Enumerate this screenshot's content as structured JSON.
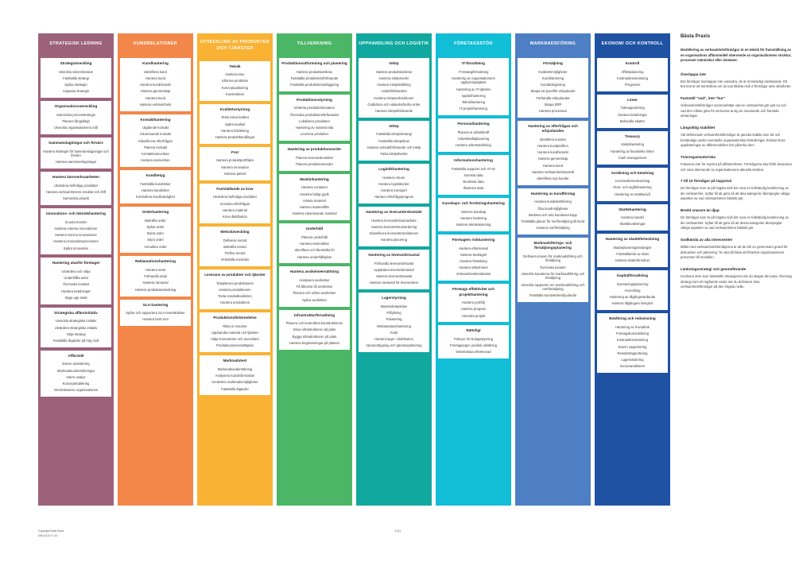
{
  "document": {
    "footer_left_line1": "Copyright Data Show",
    "footer_left_line2": "DM-3113 V 1.10",
    "footer_page": "1 (1)"
  },
  "columns": [
    {
      "title": "STRATEGISK LEDNING",
      "color": "#9C6279",
      "groups": [
        {
          "title": "Strategiutveckling",
          "items": [
            "Utveckla vision/mission",
            "Fastställa strategi",
            "Spåra strategin",
            "Anpassa strategin"
          ]
        },
        {
          "title": "Organisationsutveckling",
          "items": [
            "Samordna processtrategin",
            "Planera långsiktigt",
            "Utveckla organisationens mål"
          ]
        },
        {
          "title": "Sammanslagningar och förvärv",
          "items": [
            "Hantera strategin för sammanslagningar och förvärv",
            "Hantera sammanslagningar"
          ]
        },
        {
          "title": "Hantera kärnverksamheten",
          "items": [
            "Utvärdera befintliga produkter",
            "Hantera verksamhetens resultat och drift",
            "Samordna projekt"
          ]
        },
        {
          "title": "Innovations- och tekniskhantering",
          "items": [
            "Scouta trender",
            "Hantera externa innovationer",
            "Hantera interna innovationer",
            "Hantera innovationsprocessen",
            "Spåra innovation"
          ]
        },
        {
          "title": "Hantering utanför företaget",
          "items": [
            "Utvärdera och välja",
            "Underhålla avtal",
            "Övervaka resultat",
            "Hantera betalningar",
            "Säga upp avtal"
          ]
        },
        {
          "title": "Strategiska affärsinitiativ",
          "items": [
            "Utveckla strategiska initiativ",
            "Utvärdera strategiska initiativ",
            "Välja strategi",
            "Fastställa åtgärder på hög nivå"
          ]
        },
        {
          "title": "Affärsidé",
          "items": [
            "Extern utvärdering",
            "Marknadsundersökningar",
            "Intern analys",
            "Konceptetablering",
            "Omstrukturera organisationen"
          ]
        }
      ]
    },
    {
      "title": "KUNDRELATIONER",
      "color": "#F3874A",
      "groups": [
        {
          "title": "Kundhantering",
          "items": [
            "Identifiera kund",
            "Hantera kund",
            "Hantera kundhierarki",
            "Hantera gemenskap",
            "Hantera kund",
            "Hantera verksamhets"
          ]
        },
        {
          "title": "Kontakthantering",
          "items": [
            "Utgående kontakt",
            "Inkommande kontakt",
            "Klassificera efterfrågan",
            "Planera kontakt",
            "Kontaktsamverkan",
            "Hantera samverkan"
          ]
        },
        {
          "title": "Kundbetyg",
          "items": [
            "Fastställa kundrisker",
            "Hantera kundrisker",
            "Kontrollera kreditvärdighet"
          ]
        },
        {
          "title": "Orderhantering",
          "items": [
            "Bekräfta order",
            "Spåra order",
            "Burta order",
            "Styra order",
            "Annullera order"
          ]
        },
        {
          "title": "Reklamationshantering",
          "items": [
            "Hantera avtal",
            "Förhandla avtal",
            "Hantera ramavtal",
            "Hantera produktanvändning"
          ]
        },
        {
          "title": "SLA-hantering",
          "items": [
            "Spåra och rapportera SLA-överträdelser",
            "Hantera brott mot"
          ]
        }
      ]
    },
    {
      "title": "UTVECKLING AV PRODUKTER OCH TJÄNSTER",
      "color": "#F9B233",
      "groups": [
        {
          "title": "Teknik",
          "items": [
            "Hantera krav",
            "Utforma produkter",
            "Konceptualisering",
            "Konstruktion"
          ]
        },
        {
          "title": "Kvalitetsstyrning",
          "items": [
            "Testa initial kvalitet",
            "Spåra kvalitet",
            "Hantera felsökning",
            "Hantera produkthandlingar"
          ]
        },
        {
          "title": "FoU",
          "items": [
            "Hantera produktportföljen",
            "Hantera innovation",
            "Hantera patent"
          ]
        },
        {
          "title": "Fastställande av krav",
          "items": [
            "Utvärdera befintliga produkter",
            "Granska efterfrågan",
            "Hantera material",
            "Kriva distribution"
          ]
        },
        {
          "title": "Metodutveckling",
          "items": [
            "Definiera metod",
            "Bekräfta metod",
            "Förfina metod",
            "Verkställa metoden"
          ]
        },
        {
          "title": "Leverans av produkter och tjänster",
          "items": [
            "Tidsplanera produktionen",
            "Hantera produktionen",
            "Testa resultatkvaliteten",
            "Hantera produktens"
          ]
        },
        {
          "title": "Produktionsförberedelse",
          "items": [
            "Rikta in resurser",
            "Upphandla material och tjänster",
            "Välja leverantörer och utvecklare",
            "Produktionsöversättsplan"
          ]
        },
        {
          "title": "Marknadstest",
          "items": [
            "Marknadsundersökning",
            "Analysera kundinformation",
            "Utvärdera marknadsmöjligheter",
            "Fastställa åtgärder"
          ]
        }
      ]
    },
    {
      "title": "TILLVERKNING",
      "color": "#4CB667",
      "groups": [
        {
          "title": "Produktionsutformning och planering",
          "items": [
            "Hantera produktionskrav",
            "Fastställa produktionsförfarande",
            "Fastställa produktionsanläggning"
          ]
        },
        {
          "title": "Produktionsstyrning",
          "items": [
            "Inhämta produktinformation",
            "Övervaka produktionsförfarandet",
            "Lokalisera produkten",
            "Hantering av material sita",
            "Leverera produkter"
          ]
        },
        {
          "title": "Hantering av produktionsorder",
          "items": [
            "Planera leveranskvantitet",
            "Planera produktionsorder"
          ]
        },
        {
          "title": "Maskinhantering",
          "items": [
            "Hantera container",
            "Hantera farligt gods",
            "Hämta material",
            "Hantera materialflöv",
            "Hantera inkommande material"
          ]
        },
        {
          "title": "Underhåll",
          "items": [
            "Planera underhåll",
            "Hantera reservdelar",
            "Identifiera och återställa fel",
            "Hantera underhållsplan"
          ]
        },
        {
          "title": "Hantera avvikelseersättning",
          "items": [
            "Analysera avvikelser",
            "Få åtkomst till avvikelser",
            "Planera och utföra avvikelser",
            "Spåra avvikelser"
          ]
        },
        {
          "title": "Infrastrukturförvaltning",
          "items": [
            "Planera och kontrollera konstruktionen",
            "Driva infrastrukturen på plats",
            "Bygga infrastrukturen på plats",
            "Hantera begränsningar på platsen"
          ]
        }
      ]
    },
    {
      "title": "UPPHANDLING OCH LOGISTIK",
      "color": "#11A8A0",
      "groups": [
        {
          "title": "Inköp",
          "items": [
            "Hantera produktionskrav",
            "Hantera inköpsorder",
            "Hantera inköpskällning",
            "Avtalsförfaranden",
            "Hantera inköpsrekvisitioner",
            "Godkänna och vidarebefordra order",
            "Hantera inköpsförfarande"
          ]
        },
        {
          "title": "Inköp",
          "items": [
            "Fastställa inköpsstrategi",
            "Fastställa inköpskrav",
            "Hantera anbudsförfarande och inköp",
            "Fatta inköpsbeslut"
          ]
        },
        {
          "title": "Logistikhantering",
          "items": [
            "Hantera returer",
            "Hantera logistikorder",
            "Hantera transport",
            "Hantera efterfrågeprognos"
          ]
        },
        {
          "title": "Hantering av leverantörskontakt",
          "items": [
            "Hantera leverantörssamarbete",
            "Hantera leverantörsutvärdering",
            "Klassificera leverantörsrelationen",
            "Hantera placering"
          ]
        },
        {
          "title": "Hantering av leverantörsavtal",
          "items": [
            "Förhandla leverantörsavtal",
            "Uppdatera leverantörsavtal",
            "Hantera leverantörsavtal",
            "Hantera ramavtal för leverantörer"
          ]
        },
        {
          "title": "Lagerstyrning",
          "items": [
            "Materialinspektion",
            "Påfyllning",
            "Paketering",
            "Reklamationshantering",
            "Frakt",
            "Hantera lager i distribution",
            "Varumottagning och tjänsteoptimering"
          ]
        }
      ]
    },
    {
      "title": "FÖRETAGSSTÖD",
      "color": "#12BDD6",
      "groups": [
        {
          "title": "IT-förvaltning",
          "items": [
            "IT-strategiförvaltning",
            "Hantering av organisationens upplysningstjänst",
            "Hantering av IT-tjänster",
            "Applanhantering",
            "Teknikhantering",
            "IT-projekthantering"
          ]
        },
        {
          "title": "Personalhantering",
          "items": [
            "Placera ut arbetskraft",
            "Arbetskraftsplanering",
            "Hantera arbetsutdelning"
          ]
        },
        {
          "title": "Informationshantering",
          "items": [
            "Fastställa supporto och 47-se",
            "Inomsla data",
            "Bearbeta data",
            "Illustrera data"
          ]
        },
        {
          "title": "Kunskaps- och forskningshantering",
          "items": [
            "Hantera kunskap",
            "Hantera forskning",
            "Hantera teknikskanning"
          ]
        },
        {
          "title": "Företagets riskhantering",
          "items": [
            "Hantera efterlevnad",
            "Hantera bedrägeri",
            "Hantera försäkring",
            "Hantera säkerheten",
            "Verksamhetskontinuitet"
          ]
        },
        {
          "title": "Företags effektivitet och projekthantering",
          "items": [
            "Hantera portfölj",
            "Hantera program",
            "Utveckla projekt"
          ]
        },
        {
          "title": "Rättsligt",
          "items": [
            "Policyer för bolagsstyrning",
            "Företagsegen juridisk utbildning",
            "Sekretariala efterlevnad"
          ]
        }
      ]
    },
    {
      "title": "MARKNADSFÖRING",
      "color": "#4E7FC4",
      "groups": [
        {
          "title": "Försäljning",
          "items": [
            "Kvalitetsmöjligheter",
            "Kundhantering",
            "Kunddokigivning",
            "Skapa ett specifikt erbjudande",
            "Förhandla erbjudandet",
            "Skapa ERP",
            "Hantera processen"
          ]
        },
        {
          "title": "Hantering av efterfrågan och erbjudanden",
          "items": [
            "Identifiera kunden",
            "Hantera kundprofilen",
            "Hantera kundhierarki",
            "Hantera gemenskap",
            "Hantera kund",
            "Hantera verksamhetskontroll",
            "Identifiera nya kunder"
          ]
        },
        {
          "title": "Hantering av kundförslag",
          "items": [
            "Hantera kundidentifiering",
            "Öka kundmöjligheter",
            "Bedöma och oka kundavtal kopp",
            "Fastställa planer för merförsäljning till kund",
            "Hantera merförsäljning"
          ]
        },
        {
          "title": "Marknadsförings- och försäljningsplanering",
          "items": [
            "Definiera kraven för marknadsföring och försäljning",
            "Övervaka kanaler",
            "Utveckla kanalerna för marknadsföring och försäljning",
            "Utveckla rapporten om marknadsföring och merförsäljning",
            "Fastställa kundvärdeerbjudande"
          ]
        }
      ]
    },
    {
      "title": "EKONOMI OCH KONTROLL",
      "color": "#1F52A3",
      "groups": [
        {
          "title": "Kontroll",
          "items": [
            "Affärsplanering",
            "Kostnadsredovisning",
            "Prognoser"
          ]
        },
        {
          "title": "Löner",
          "items": [
            "Tidsrapportering",
            "Hantera betalningar",
            "Behandla skatter"
          ]
        },
        {
          "title": "Treasury",
          "items": [
            "Valutahantering",
            "Hantering av finansiella risker",
            "Cash management"
          ]
        },
        {
          "title": "Avräkning och betalning",
          "items": [
            "Leverantörsredovisning",
            "Reor- och utgiftshantering",
            "Hantering av intäktsnivå"
          ]
        },
        {
          "title": "Skattehantering",
          "items": [
            "Hantera handel",
            "Skattbevakningar"
          ]
        },
        {
          "title": "Hantering av skatteförteckning",
          "items": [
            "Skatteplaneringsstrategier",
            "Fastställande av skatt",
            "Hantera skatteförmåner"
          ]
        },
        {
          "title": "Kapitalförvaltning",
          "items": [
            "Investeringsplanering",
            "Avveckling",
            "Hantering av tillgångsvärdande",
            "Hantera tillgångars livscykel"
          ]
        },
        {
          "title": "Bokföring och redovisning",
          "items": [
            "Hantering av huvudbok",
            "Företagskonsolidering",
            "Kostnadsredovisning",
            "Extern rapportering",
            "Resultatrapportering",
            "Lagervärdering",
            "Invoiceandelseer"
          ]
        }
      ]
    }
  ],
  "sidebar": {
    "title": "Bästa Praxis",
    "intro": "Modellering av verksamhetsförmågor är en teknik för framställning av en organisations affärsmodell oberoende av organisationens struktur, processer människor eller domäner.",
    "tips": [
      {
        "title": "Överlappa inte",
        "body": "Bra förmågor överlappar inte varandra, de är ömsesidigt uteslutande. Ett bra test är att kontrollera om du kan tilldela nivå 2-förmågor utan oklarheter."
      },
      {
        "title": "Fastställ \"vad\", inte \"hur\"",
        "body": "Verksamhetsförmågor sammanfattar vad en verksamhet gör just nu och vad den måste göra för att kunna ta sig an nuvarande och framtida utmaningar."
      },
      {
        "title": "Långsiktig stabilitet",
        "body": "Väl definierade verksamhetsförmågor är ganska stabila över tid och beständiga under eventuella organisatoriska förändringar. Endast stora uppdateringar av affärsmodellen bör påverka dem."
      },
      {
        "title": "Tvärorganisatoriska",
        "body": "Fokusera inte för mycket på affärsenheter. Förmågorna ska förbli desamma och vara oberoende av organisationens aktuella struktur."
      },
      {
        "title": "7 till 10 förmågor på toppnivå",
        "body": "De förmågor som är på högsta nivå bör vara en fullständig beskrivning av din verksamhet. Syftar till att göra så att dina kategorier återspeglar viktiga aspekter av vad verksamheten faktiskt gör."
      },
      {
        "title": "Bredd snarare än djup",
        "body": "De förmågor som är på högsta nivå bör vara en fullständig beskrivning av din verksamhet. Syftar till att göra så att dessa kategorier återspeglar viktiga aspekter av vad verksamheten faktiskt gör."
      },
      {
        "title": "Godkända av alla intressenter",
        "body": "Målet med verksamhetsförmågorna är att de blir en gemensam grund för diskussion och planering. Ta vara till bilda att förankra organisationens processer till modellen."
      },
      {
        "title": "Länkningsstrategi och genomförande",
        "body": "Involvera dem som fastställer strategierna när du skapar din karta. Överväg strategi som ett ingående värde när du definierar dina verksamhetsförmågor på den högsta nivån."
      }
    ]
  }
}
